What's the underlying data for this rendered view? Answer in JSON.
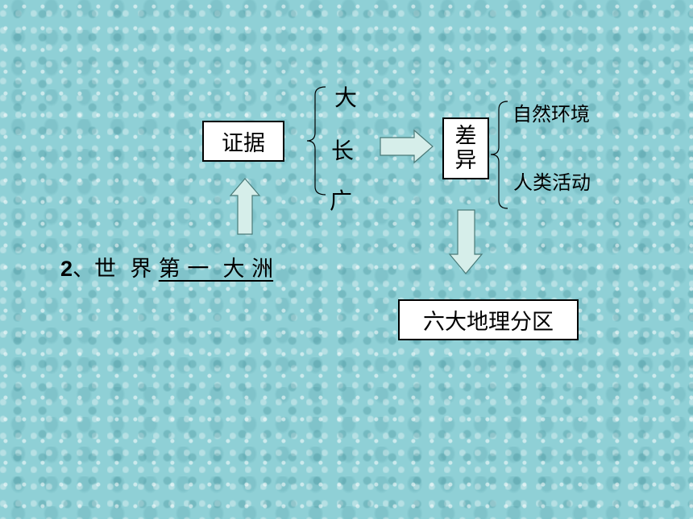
{
  "diagram": {
    "evidence_label": "证据",
    "features": [
      "大",
      "长",
      "广"
    ],
    "difference_label_top": "差",
    "difference_label_bottom": "异",
    "difference_factors": [
      "自然环境",
      "人类活动"
    ],
    "regions_label": "六大地理分区",
    "heading": {
      "number": "2",
      "plain": "、世  界 ",
      "underlined": "第 一  大 洲"
    }
  },
  "colors": {
    "background": "#8fd0d6",
    "arrow_fill": "#d6eeea",
    "arrow_stroke": "#4a7a78"
  }
}
